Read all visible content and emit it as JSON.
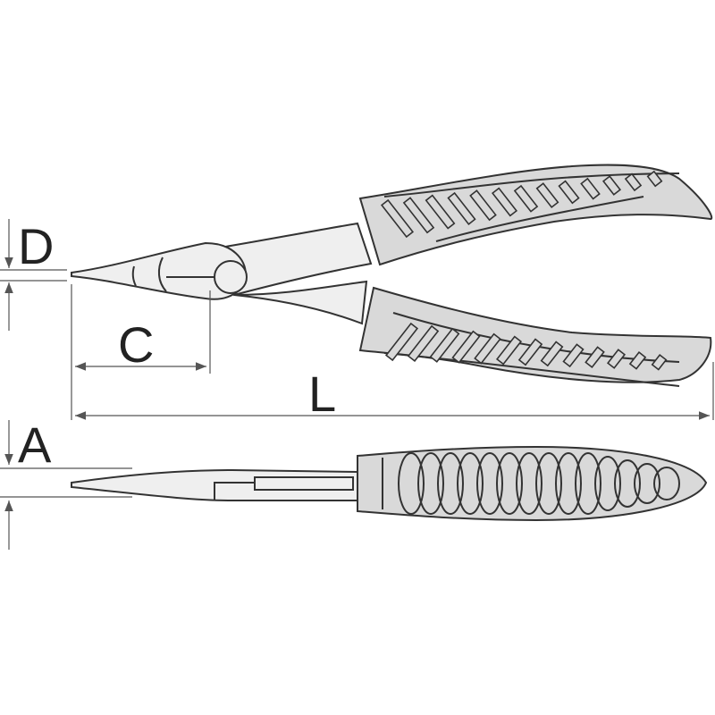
{
  "drawing": {
    "labels": {
      "D": "D",
      "C": "C",
      "L": "L",
      "A": "A"
    },
    "colors": {
      "grip": "#d9d9d9",
      "metal": "#efefef",
      "line": "#333333"
    }
  }
}
